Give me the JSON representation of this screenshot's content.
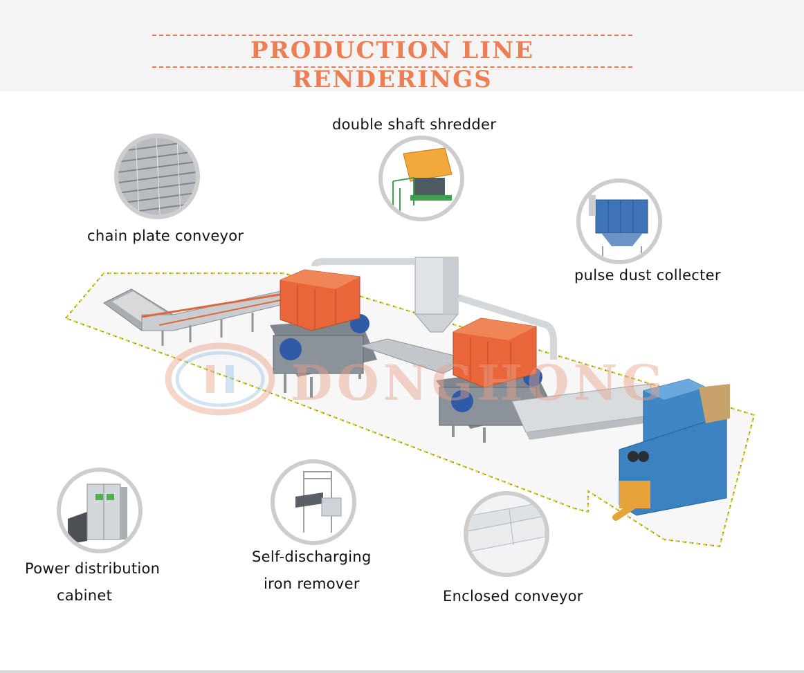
{
  "title": "PRODUCTION LINE RENDERINGS",
  "components": {
    "double_shaft_shredder": "double shaft shredder",
    "chain_plate_conveyor": "chain plate conveyor",
    "pulse_dust_collecter": "pulse dust collecter",
    "power_distribution_cabinet": [
      "Power distribution",
      "cabinet"
    ],
    "self_discharging_iron_remover": [
      "Self-discharging",
      "iron remover"
    ],
    "enclosed_conveyor": "Enclosed conveyor"
  },
  "colors": {
    "title": "#ee7d54",
    "shredder_body": "#e8663a",
    "baler": "#3e86c4",
    "frame": "#c4c7cb",
    "boundary_line": "#d8d23a",
    "circle_border": "#cdcdcd"
  }
}
